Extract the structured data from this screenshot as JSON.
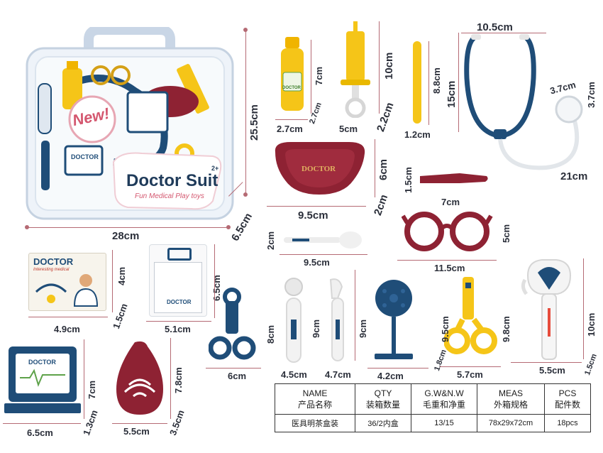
{
  "case": {
    "brand": "Doctor Suit",
    "tagline": "Fun Medical Play toys",
    "new_badge": "New!",
    "doctor_tag": "DOCTOR",
    "age": "2+",
    "width": "28cm",
    "height": "25.5cm",
    "depth": "6.5cm"
  },
  "items": {
    "bottle": {
      "h": "7cm",
      "w": "2.7cm",
      "d": "2.7cm",
      "label": "DOCTOR"
    },
    "syringe": {
      "h": "10cm",
      "w": "5cm",
      "d": "2.2cm"
    },
    "stick": {
      "h": "8.8cm",
      "w": "1.2cm"
    },
    "stethoscope": {
      "top": "10.5cm",
      "h": "15cm",
      "chest_w": "3.7cm",
      "chest_h": "3.7cm",
      "len": "21cm"
    },
    "tray": {
      "h": "6cm",
      "w": "9.5cm",
      "d": "2cm",
      "label": "DOCTOR"
    },
    "knife": {
      "h": "1.5cm",
      "w": "7cm"
    },
    "glasses": {
      "h": "5cm",
      "w": "11.5cm"
    },
    "spoon": {
      "h": "2cm",
      "w": "9.5cm"
    },
    "card": {
      "h": "4cm",
      "w": "4.9cm",
      "d": "1.5cm",
      "title": "DOCTOR",
      "subtitle": "Interesting medical"
    },
    "badge": {
      "h": "6.5cm",
      "w": "5.1cm",
      "label": "DOCTOR"
    },
    "clamp": {
      "w": "6cm"
    },
    "mirror": {
      "h": "8cm",
      "w": "4.5cm"
    },
    "hammer": {
      "h": "9cm",
      "w": "4.7cm"
    },
    "lamp": {
      "h": "9cm",
      "w": "4.2cm",
      "d": "1.8cm"
    },
    "scissors": {
      "h": "9.5cm",
      "w": "5.7cm"
    },
    "thermometer": {
      "h": "9.8cm",
      "w": "5.5cm",
      "h2": "10cm",
      "d": "1.5cm"
    },
    "monitor": {
      "h": "7cm",
      "w": "6.5cm",
      "d": "1.3cm",
      "label": "DOCTOR"
    },
    "bp": {
      "h": "7.8cm",
      "w": "5.5cm",
      "d": "3.5cm"
    }
  },
  "table": {
    "headers": [
      {
        "en": "NAME",
        "zh": "产品名称"
      },
      {
        "en": "QTY",
        "zh": "装箱数量"
      },
      {
        "en": "G.W&N.W",
        "zh": "毛重和净重"
      },
      {
        "en": "MEAS",
        "zh": "外箱规格"
      },
      {
        "en": "PCS",
        "zh": "配件数"
      }
    ],
    "values": [
      "医具明茶盒装",
      "36/2内盒",
      "13/15",
      "78x29x72cm",
      "18pcs"
    ]
  },
  "colors": {
    "navy": "#1f4d78",
    "yellow": "#f5c518",
    "maroon": "#8e2233",
    "guide": "#b56a74"
  }
}
